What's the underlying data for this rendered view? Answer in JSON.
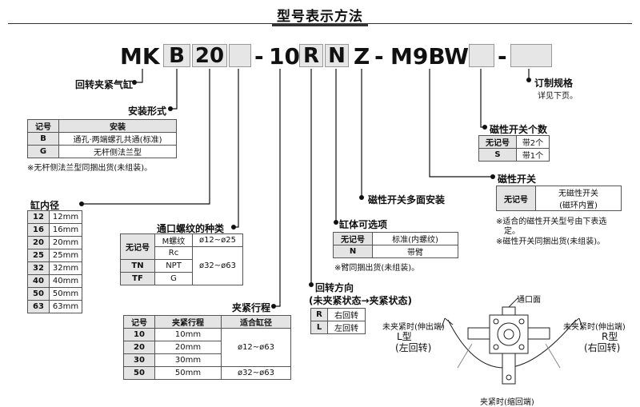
{
  "title": "型号表示方法",
  "model_code": {
    "prefix": "MK",
    "box_b": "B",
    "box_20": "20",
    "dash1": "-",
    "stroke_val": "10",
    "r": "R",
    "n": "N",
    "z": "Z",
    "dash2": "-",
    "m9bw": "M9BW",
    "dash3": "-"
  },
  "labels": {
    "rotary_clamp": "回转夹紧气缸",
    "mounting": "安装形式",
    "bore": "缸内径",
    "port_thread": "通口螺纹的种类",
    "clamp_stroke": "夹紧行程",
    "rotation_dir": "回转方向",
    "rotation_dir_sub": "(未夹紧状态→夹紧状态)",
    "body_option": "缸体可选项",
    "switch_multi": "磁性开关多面安装",
    "switch": "磁性开关",
    "switch_count": "磁性开关个数",
    "custom": "订制规格",
    "custom_sub": "详见下页。"
  },
  "mounting_table": {
    "headers": [
      "记号",
      "安装"
    ],
    "rows": [
      [
        "B",
        "通孔·两端螺孔共通(标准)"
      ],
      [
        "G",
        "无杆侧法兰型"
      ]
    ],
    "note": "※无杆侧法兰型同捆出货(未组装)。"
  },
  "bore_table": {
    "rows": [
      [
        "12",
        "12mm"
      ],
      [
        "16",
        "16mm"
      ],
      [
        "20",
        "20mm"
      ],
      [
        "25",
        "25mm"
      ],
      [
        "32",
        "32mm"
      ],
      [
        "40",
        "40mm"
      ],
      [
        "50",
        "50mm"
      ],
      [
        "63",
        "63mm"
      ]
    ]
  },
  "port_table": {
    "nil": "无记号",
    "rows": [
      [
        "M螺纹",
        "ø12~ø25"
      ],
      [
        "Rc",
        ""
      ],
      [
        "TN",
        "NPT"
      ],
      [
        "TF",
        "G"
      ]
    ],
    "range2": "ø32~ø63"
  },
  "stroke_table": {
    "headers": [
      "记号",
      "夹紧行程",
      "适合缸径"
    ],
    "rows": [
      [
        "10",
        "10mm"
      ],
      [
        "20",
        "20mm"
      ],
      [
        "30",
        "30mm"
      ],
      [
        "50",
        "50mm"
      ]
    ],
    "bore1": "ø12~ø63",
    "bore2": "ø32~ø63"
  },
  "rotation_table": {
    "rows": [
      [
        "R",
        "右回转"
      ],
      [
        "L",
        "左回转"
      ]
    ]
  },
  "body_option_table": {
    "rows": [
      [
        "无记号",
        "标准(内螺纹)"
      ],
      [
        "N",
        "带臂"
      ]
    ],
    "note": "※臂同捆出货(未组装)。"
  },
  "switch_count_table": {
    "rows": [
      [
        "无记号",
        "带2个"
      ],
      [
        "S",
        "带1个"
      ]
    ]
  },
  "switch_table": {
    "nil": "无记号",
    "desc1": "无磁性开关",
    "desc2": "(磁环内置)",
    "note1": "※适合的磁性开关型号由下表选",
    "note1b": "定。",
    "note2": "※磁性开关同捆出货(未组装)。"
  },
  "illustration": {
    "port_face": "通口面",
    "left_top": "未夹紧时(伸出端)",
    "left_type": "L型",
    "left_dir": "(左回转)",
    "right_top": "未夹紧时(伸出端)",
    "right_type": "R型",
    "right_dir": "(右回转)",
    "bottom": "夹紧时(缩回端)"
  }
}
